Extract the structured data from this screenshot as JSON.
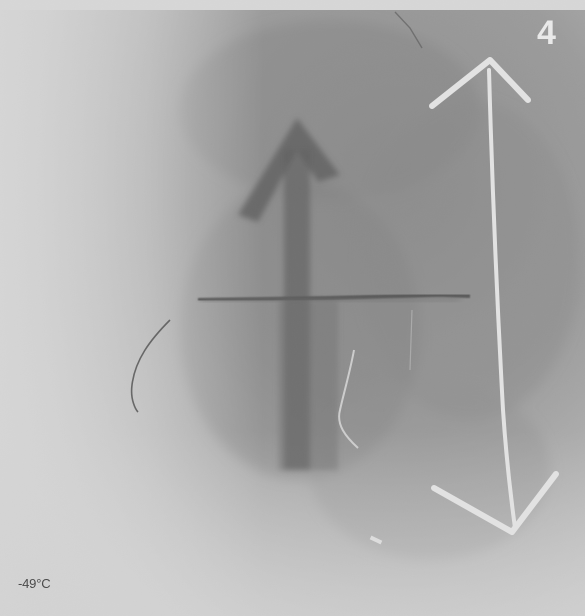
{
  "image": {
    "kind": "grayscale micrograph",
    "temperature_label": "-49°C",
    "corner_label": "4",
    "features": [
      "dark-vertical-arrow",
      "white-double-headed-arrow",
      "dark-horizontal-crack",
      "fine-curved-cracks"
    ]
  }
}
